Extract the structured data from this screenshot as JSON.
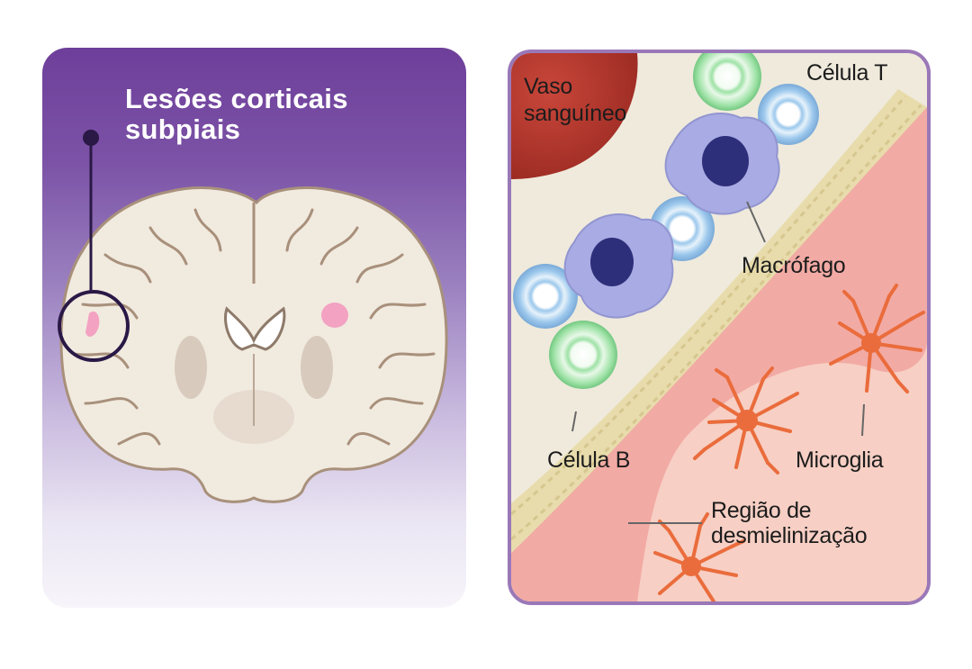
{
  "left_panel": {
    "title_line1": "Lesões corticais",
    "title_line2": "subpiais"
  },
  "right_panel": {
    "labels": {
      "vessel_line1": "Vaso",
      "vessel_line2": "sanguíneo",
      "t_cell": "Célula T",
      "macrophage": "Macrófago",
      "b_cell": "Célula B",
      "microglia": "Microglia",
      "demyelination_line1": "Região de",
      "demyelination_line2": "desmielinização"
    }
  },
  "colors": {
    "panel_purple": "#6e3f9a",
    "brain_tissue": "#f1eadf",
    "brain_outline": "#a8907b",
    "lesion_pink": "#f3a2c2",
    "callout_line": "#2a1846",
    "blood_vessel": "#b8382c",
    "tissue_pink": "#f2aaa4",
    "myelin_yellow": "#e8dcac",
    "t_cell_blue": "#9cc8ec",
    "b_cell_green": "#9ee2a6",
    "macrophage_lilac": "#a9abe4",
    "microglia_orange": "#ea6c3c"
  },
  "icons": [
    "brain-coronal-section-illustration",
    "cell-illustration"
  ]
}
